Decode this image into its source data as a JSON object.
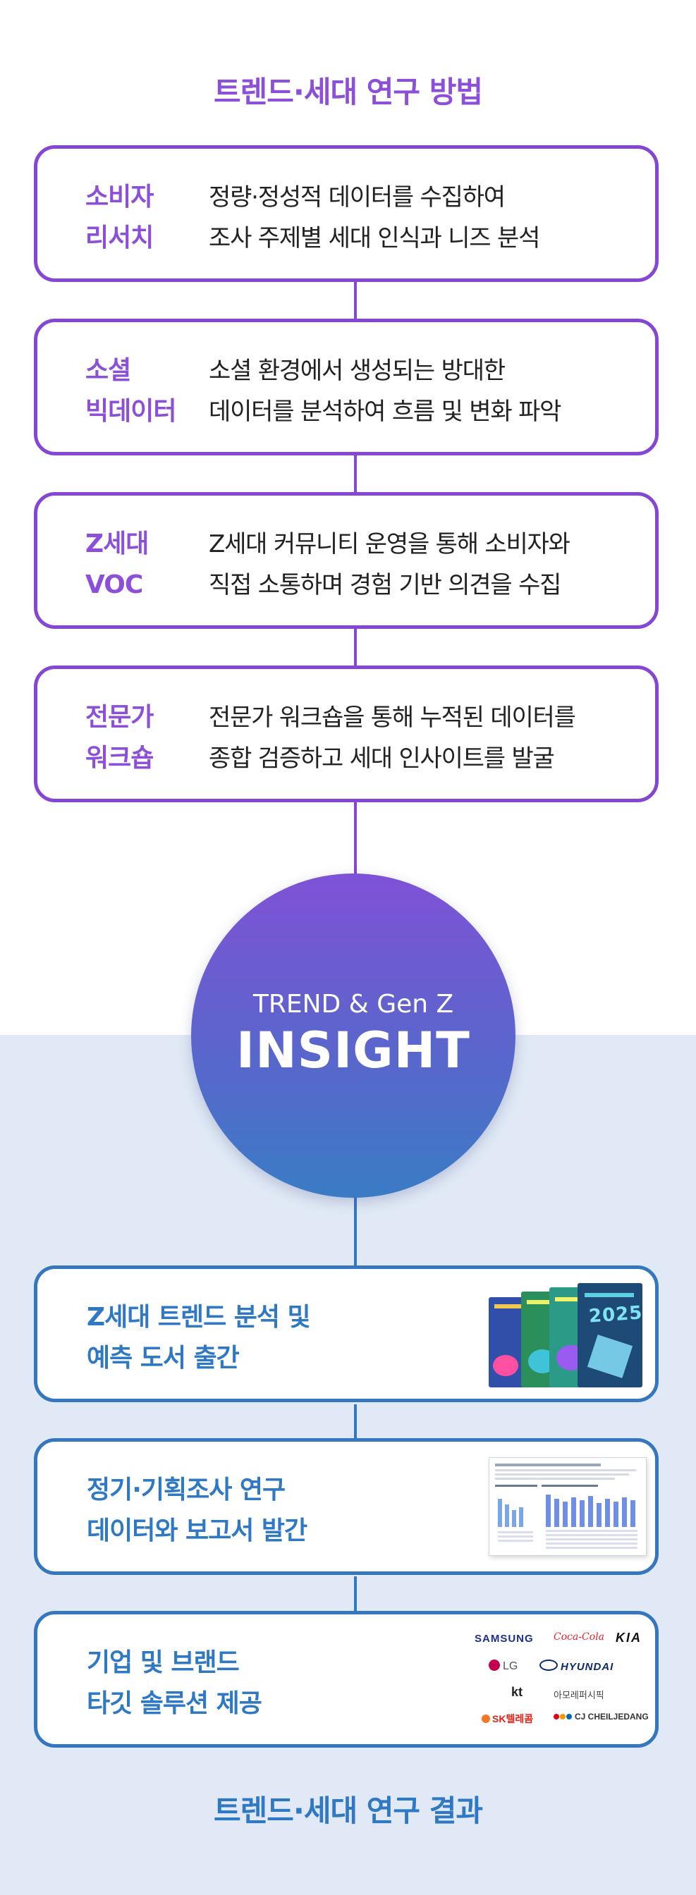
{
  "method_title": "트렌드·세대 연구 방법",
  "methods": [
    {
      "name_lines": [
        "소비자",
        "리서치"
      ],
      "desc_lines": [
        "정량·정성적 데이터를 수집하여",
        "조사 주제별 세대 인식과 니즈 분석"
      ]
    },
    {
      "name_lines": [
        "소셜",
        "빅데이터"
      ],
      "desc_lines": [
        "소셜 환경에서 생성되는 방대한",
        "데이터를 분석하여 흐름 및 변화 파악"
      ]
    },
    {
      "name_lines": [
        "Z세대",
        "VOC"
      ],
      "desc_lines": [
        "Z세대 커뮤니티 운영을 통해 소비자와",
        "직접 소통하며 경험 기반 의견을 수집"
      ]
    },
    {
      "name_lines": [
        "전문가",
        "워크숍"
      ],
      "desc_lines": [
        "전문가 워크숍을 통해 누적된 데이터를",
        "종합 검증하고 세대 인사이트를 발굴"
      ]
    }
  ],
  "insight": {
    "subtitle": "TREND & Gen Z",
    "title": "INSIGHT"
  },
  "results": [
    {
      "label_lines": [
        "Z세대 트렌드 분석 및",
        "예측 도서 출간"
      ],
      "image": "book-covers-illustration",
      "book_year": "2025"
    },
    {
      "label_lines": [
        "정기·기획조사 연구",
        "데이터와 보고서 발간"
      ],
      "image": "report-page-illustration"
    },
    {
      "label_lines": [
        "기업 및 브랜드",
        "타깃 솔루션 제공"
      ],
      "image": "partner-logos",
      "logos": [
        "SAMSUNG",
        "Coca-Cola",
        "KIA",
        "LG",
        "HYUNDAI",
        "kt",
        "아모레퍼시픽",
        "SK텔레콤",
        "CJ CHEILJEDANG"
      ]
    }
  ],
  "result_title": "트렌드·세대 연구 결과",
  "colors": {
    "purple": "#8546d3",
    "blue": "#3477bf",
    "bottom_bg": "#e0e9f5"
  }
}
